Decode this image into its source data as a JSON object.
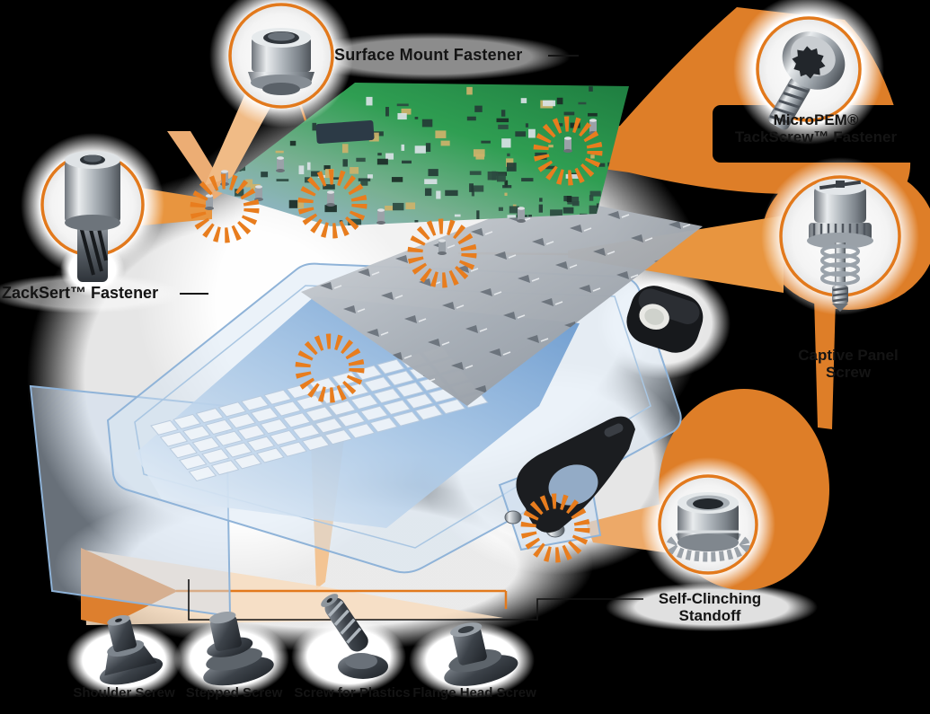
{
  "figure": {
    "kind": "exploded laptop keyboard with fastener callouts",
    "colors": {
      "background": "#000000",
      "accent_orange": "#e2791c",
      "ribbon_orange": "#de7e28",
      "ribbon_peach": "#f5d7b4",
      "starburst_orange": "#e87d1e",
      "pcb_green": "#2f9e52",
      "deck_blue": "#6e9ed2",
      "metal_gray": "#9aa1a8",
      "text": "#141414"
    }
  },
  "callouts": {
    "surface_mount": {
      "label": "Surface Mount Fastener",
      "icon": "surface-mount-nut"
    },
    "zacksert": {
      "label": "ZackSert™ Fastener",
      "icon": "knurled-insert-standoff"
    },
    "tackscrew": {
      "label_line1": "MicroPEM®",
      "label_line2": "TackScrew™ Fastener",
      "icon": "torx-pan-head-screw"
    },
    "captive": {
      "label_line1": "Captive Panel",
      "label_line2": "Screw",
      "icon": "spring-loaded-captive-screw"
    },
    "standoff": {
      "label_line1": "Self-Clinching",
      "label_line2": "Standoff",
      "icon": "self-clinching-standoff"
    }
  },
  "bottom_screws": {
    "labels": [
      "Shoulder Screw",
      "Stepped Screw",
      "Screw for Plastics",
      "Flange Head Screw"
    ]
  }
}
